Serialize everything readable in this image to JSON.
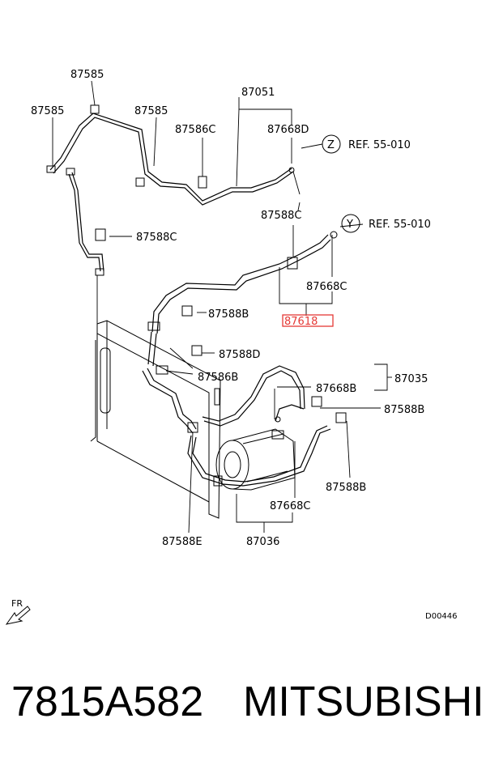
{
  "labels": {
    "p87585_top": "87585",
    "p87585_left": "87585",
    "p87585_mid": "87585",
    "p87051": "87051",
    "p87586c": "87586C",
    "p87668d": "87668D",
    "ref_z_letter": "Z",
    "ref_z": "REF. 55-010",
    "p87588c_mid": "87588C",
    "ref_y_letter": "Y",
    "ref_y": "REF. 55-010",
    "p87588c_left": "87588C",
    "p87668c_right": "87668C",
    "p87588b_left": "87588B",
    "p87618": "87618",
    "p87588d": "87588D",
    "p87586b": "87586B",
    "p87668b": "87668B",
    "p87035": "87035",
    "p87588b_right": "87588B",
    "p87588b_bottom": "87588B",
    "p87668c_bottom": "87668C",
    "p87588e": "87588E",
    "p87036": "87036",
    "fr": "FR",
    "diagram_code": "D00446"
  },
  "highlight_color": "#e53935",
  "footer": {
    "part_number": "7815A582",
    "brand": "MITSUBISHI"
  }
}
